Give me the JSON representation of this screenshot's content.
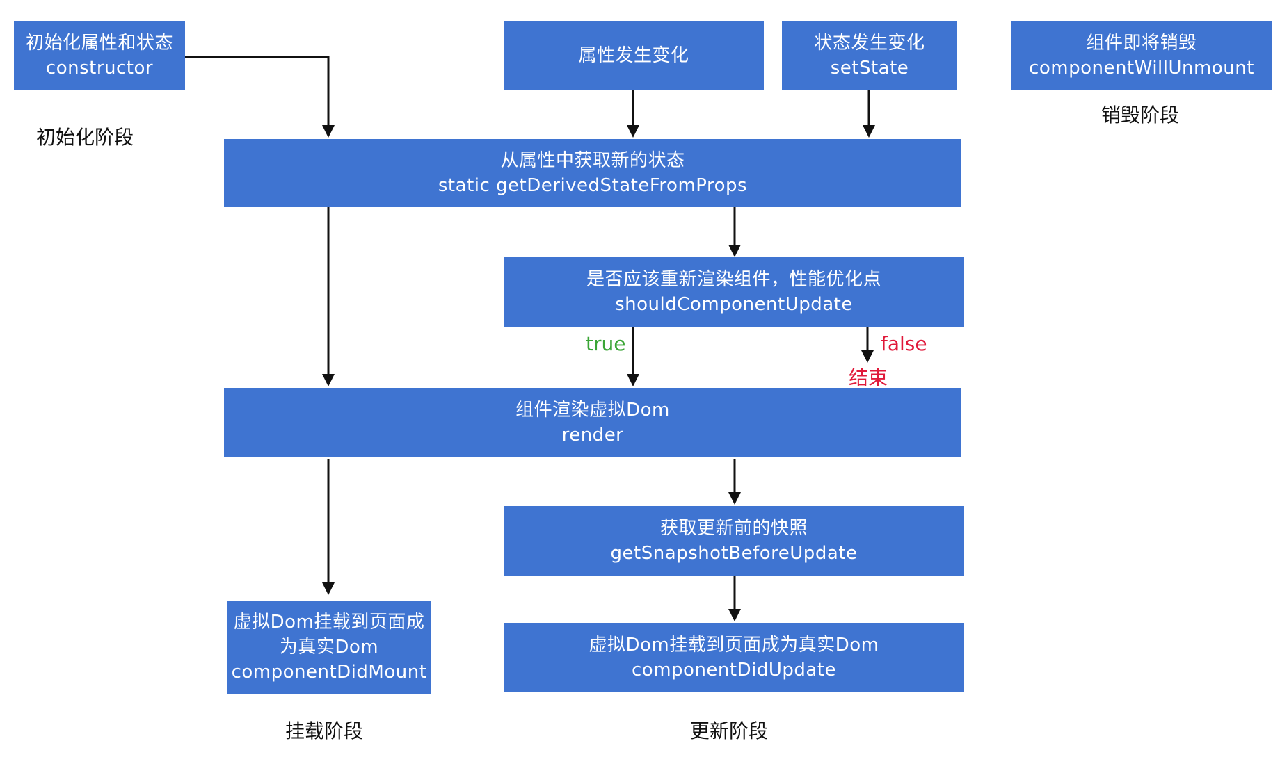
{
  "boxes": {
    "init": {
      "title": "初始化属性和状态",
      "method": "constructor"
    },
    "props_change": {
      "title": "属性发生变化"
    },
    "state_change": {
      "title": "状态发生变化",
      "method": "setState"
    },
    "unmount": {
      "title": "组件即将销毁",
      "method": "componentWillUnmount"
    },
    "derived": {
      "title": "从属性中获取新的状态",
      "method": "static getDerivedStateFromProps"
    },
    "should_update": {
      "title": "是否应该重新渲染组件，性能优化点",
      "method": "shouldComponentUpdate"
    },
    "render": {
      "title": "组件渲染虚拟Dom",
      "method": "render"
    },
    "snapshot": {
      "title": "获取更新前的快照",
      "method": "getSnapshotBeforeUpdate"
    },
    "did_mount": {
      "line1": "虚拟Dom挂载到页面成",
      "line2": "为真实Dom",
      "method": "componentDidMount"
    },
    "did_update": {
      "title": "虚拟Dom挂载到页面成为真实Dom",
      "method": "componentDidUpdate"
    }
  },
  "conditions": {
    "true_label": "true",
    "false_label": "false",
    "end_label": "结束"
  },
  "stages": {
    "init": "初始化阶段",
    "unmount": "销毁阶段",
    "mount": "挂载阶段",
    "update": "更新阶段"
  },
  "colors": {
    "box": "#3f74d1",
    "true": "#3aa535",
    "false": "#e0193a",
    "arrow": "#111111"
  }
}
